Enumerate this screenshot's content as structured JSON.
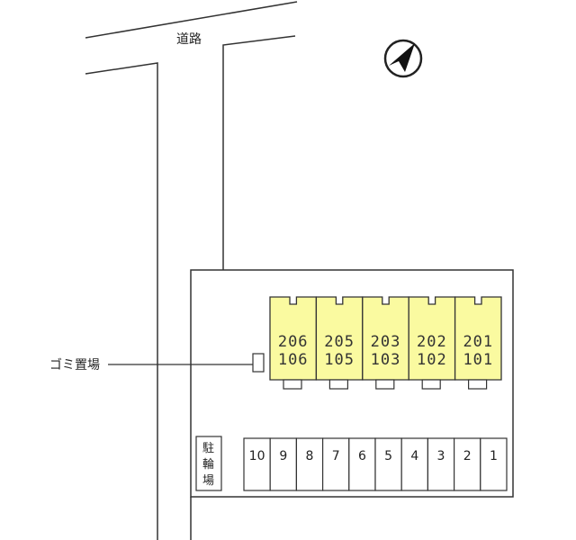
{
  "map": {
    "road_label": "道路",
    "garbage_label": "ゴミ置場",
    "parking_label": [
      "駐",
      "輪",
      "場"
    ],
    "north_arrow_icon": "north-arrow-icon",
    "units": [
      {
        "top": "206",
        "bottom": "106"
      },
      {
        "top": "205",
        "bottom": "105"
      },
      {
        "top": "203",
        "bottom": "103"
      },
      {
        "top": "202",
        "bottom": "102"
      },
      {
        "top": "201",
        "bottom": "101"
      }
    ],
    "parking_slots": [
      "10",
      "9",
      "8",
      "7",
      "6",
      "5",
      "4",
      "3",
      "2",
      "1"
    ]
  },
  "colors": {
    "unit_fill": "#fafaa0",
    "line": "#333333"
  }
}
